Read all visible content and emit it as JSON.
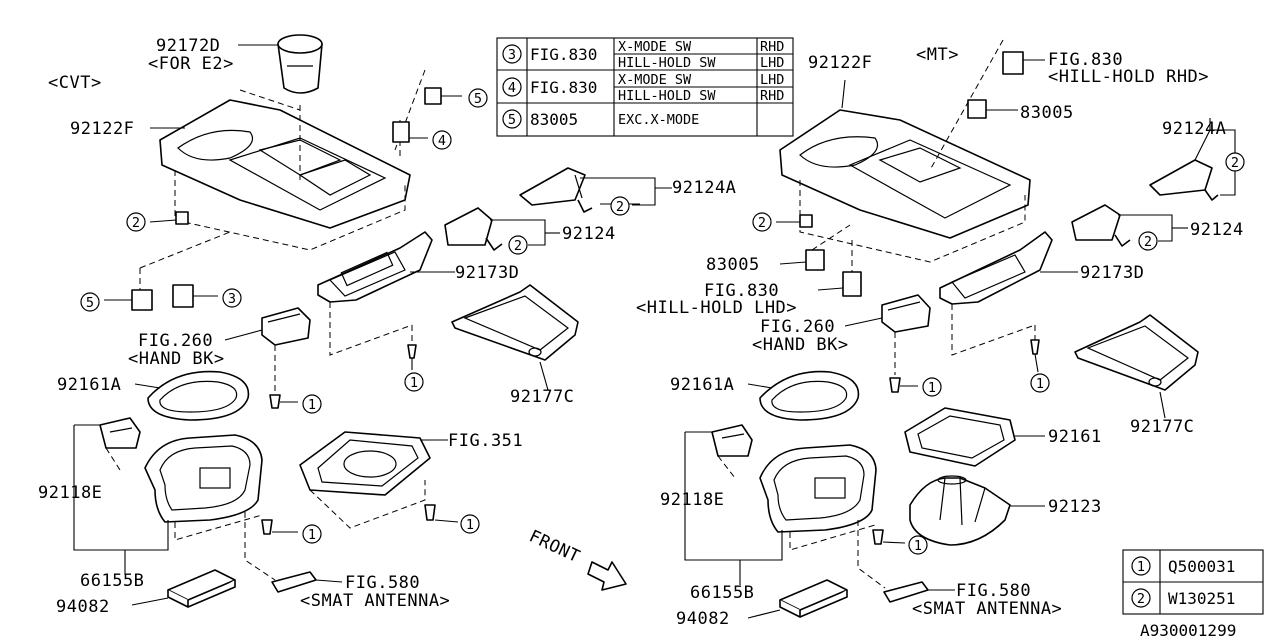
{
  "diagram_id": "A930001299",
  "section_labels": {
    "cvt": "<CVT>",
    "mt": "<MT>"
  },
  "legend_top": [
    {
      "num": "3",
      "fig": "FIG.830",
      "desc1": "X-MODE SW",
      "desc2": "HILL-HOLD SW",
      "side1": "RHD",
      "side2": "LHD"
    },
    {
      "num": "4",
      "fig": "FIG.830",
      "desc1": "X-MODE SW",
      "desc2": "HILL-HOLD SW",
      "side1": "LHD",
      "side2": "RHD"
    },
    {
      "num": "5",
      "fig": "83005",
      "desc1": "EXC.X-MODE",
      "desc2": "",
      "side1": "",
      "side2": ""
    }
  ],
  "legend_bottom": [
    {
      "num": "1",
      "part": "Q500031"
    },
    {
      "num": "2",
      "part": "W130251"
    }
  ],
  "cvt": {
    "p92172D": "92172D",
    "for_e2": "<FOR E2>",
    "p92122F": "92122F",
    "p92124A": "92124A",
    "p92124": "92124",
    "p92173D": "92173D",
    "fig260": "FIG.260",
    "hand_bk": "<HAND BK>",
    "p92177C": "92177C",
    "p92161A": "92161A",
    "p92118E": "92118E",
    "fig351": "FIG.351",
    "front": "FRONT",
    "p66155B": "66155B",
    "fig580": "FIG.580",
    "smat_antenna": "<SMAT ANTENNA>",
    "p94082": "94082"
  },
  "mt": {
    "fig830": "FIG.830",
    "hill_hold_rhd": "<HILL-HOLD RHD>",
    "p92122F": "92122F",
    "p83005a": "83005",
    "p92124A": "92124A",
    "p92124": "92124",
    "p83005b": "83005",
    "fig830b": "FIG.830",
    "hill_hold_lhd": "<HILL-HOLD LHD>",
    "p92173D": "92173D",
    "fig260": "FIG.260",
    "hand_bk": "<HAND BK>",
    "p92161A": "92161A",
    "p92161": "92161",
    "p92177C": "92177C",
    "p92118E": "92118E",
    "p92123": "92123",
    "p66155B": "66155B",
    "fig580": "FIG.580",
    "smat_antenna": "<SMAT ANTENNA>",
    "p94082": "94082"
  },
  "callouts": {
    "c1": "1",
    "c2": "2",
    "c3": "3",
    "c4": "4",
    "c5": "5"
  }
}
